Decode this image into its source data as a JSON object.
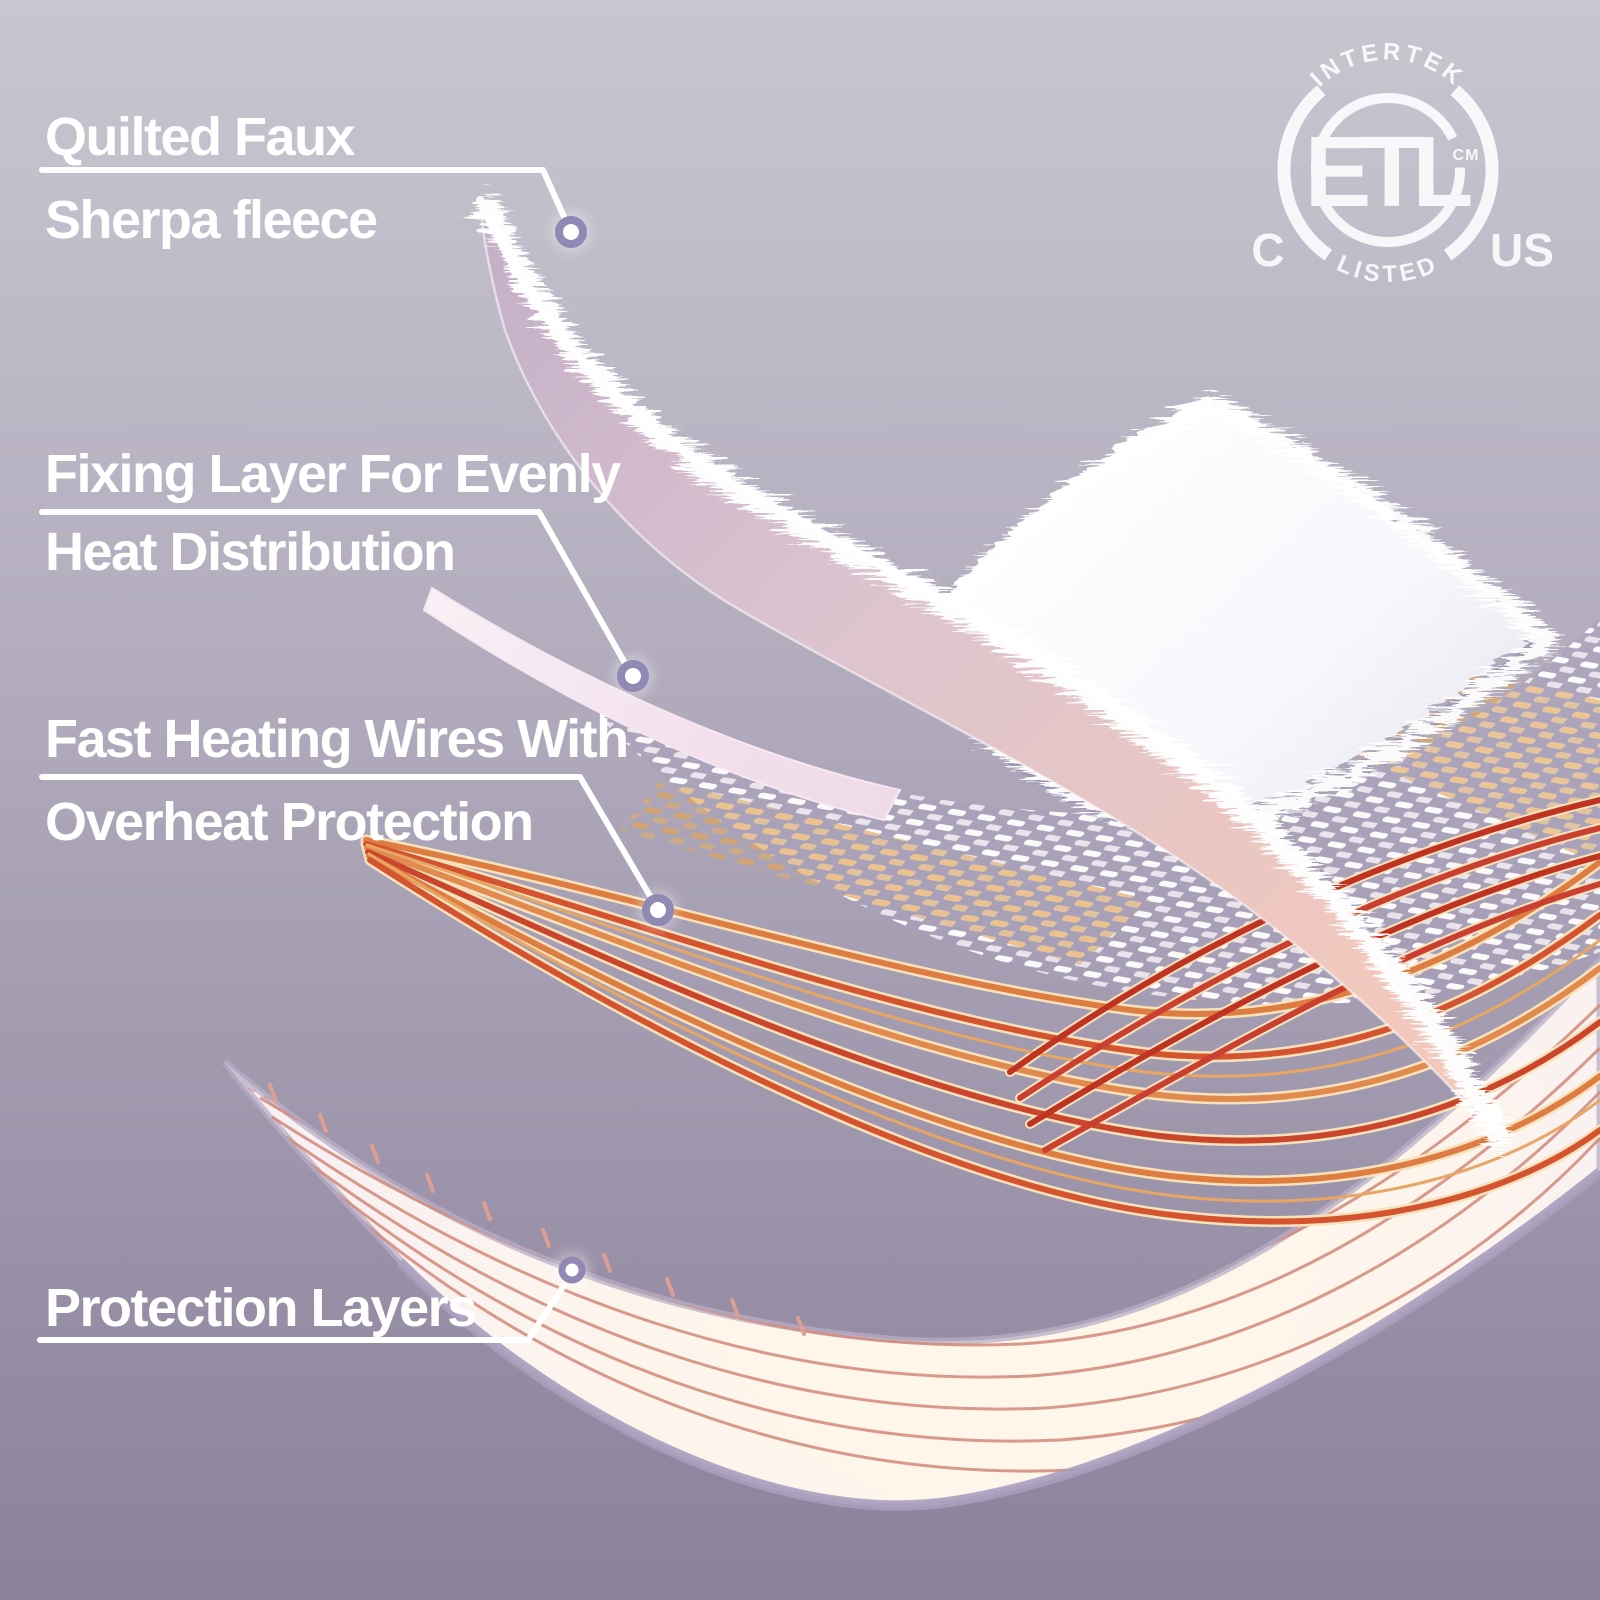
{
  "title": "Heated blanket layer construction diagram",
  "callouts": [
    {
      "id": "quilted",
      "line1": "Quilted Faux",
      "line2": "Sherpa fleece"
    },
    {
      "id": "fixing",
      "line1": "Fixing Layer For Evenly",
      "line2": "Heat Distribution"
    },
    {
      "id": "wires",
      "line1": "Fast Heating Wires With",
      "line2": "Overheat Protection"
    },
    {
      "id": "protection",
      "line1": "Protection Layers"
    }
  ],
  "certification": {
    "brand_top": "INTERTEK",
    "monogram": "ETL",
    "trademark": "CM",
    "listed": "LISTED",
    "left_mark": "C",
    "right_mark": "US"
  },
  "layers": [
    "quilted-faux-sherpa-fleece",
    "sherpa-fleece-pad",
    "fixing-mesh-layer",
    "fast-heating-wires",
    "protection-sheet"
  ],
  "colors": {
    "background_top": "#c9c6d0",
    "background_mid": "#b3adbe",
    "background_bottom": "#8b819b",
    "label_text": "#ffffff",
    "callout_line": "#ffffff",
    "callout_ring": "#9188b4",
    "wire_orange": "#dd7b42",
    "wire_red": "#c43a2a",
    "wire_casing": "#f7e2bd",
    "fleece_purple": "#c7b3ca",
    "fleece_pink": "#eec4bc",
    "sheet_cream": "#fdf4e7",
    "sheet_line_red": "#d2897b",
    "mesh_base": "#a89fba",
    "mesh_orange": "#e2a455",
    "logo_white": "#fbfafc"
  }
}
